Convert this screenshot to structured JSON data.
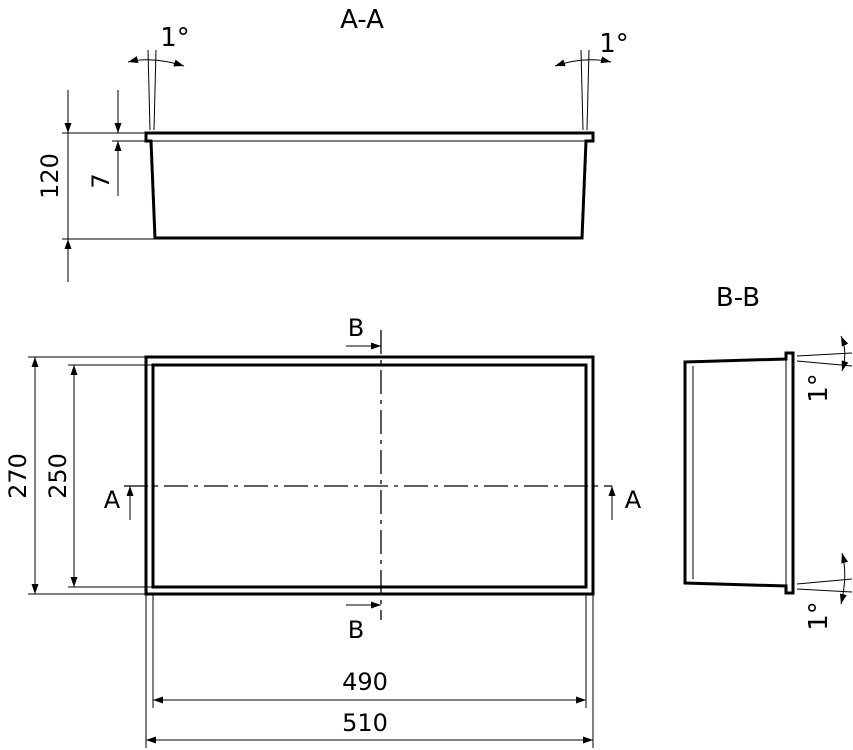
{
  "views": {
    "section_aa": {
      "title": "A-A",
      "angle_left": "1°",
      "angle_right": "1°",
      "height_total": "120",
      "flange_height": "7"
    },
    "plan": {
      "width_outer": "510",
      "width_inner": "490",
      "depth_outer": "270",
      "depth_inner": "250",
      "section_a_left": "A",
      "section_a_right": "A",
      "section_b_top": "B",
      "section_b_bottom": "B"
    },
    "section_bb": {
      "title": "B-B",
      "angle_top": "1°",
      "angle_bottom": "1°"
    }
  }
}
